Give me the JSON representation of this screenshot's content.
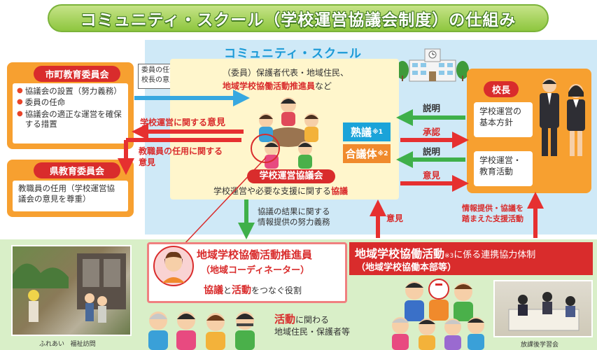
{
  "title": "コミュニティ・スクール（学校運営協議会制度）の仕組み",
  "community_school": {
    "label": "コミュニティ・スクール"
  },
  "city_board": {
    "title": "市町教育委員会",
    "items": [
      "協議会の設置（努力義務）",
      "委員の任命",
      "協議会の適正な運営を確保する措置"
    ]
  },
  "pref_board": {
    "title": "県教育委員会",
    "body": "教職員の任用（学校運営協議会の意見を尊重）"
  },
  "council": {
    "members_line1": "（委員）保護者代表・地域住民、",
    "members_line2": "地域学校協働活動推進員",
    "members_line2_suffix": "など",
    "name": "学校運営協議会",
    "role_prefix": "学校運営や必要な支援に関する",
    "role_bold": "協議",
    "jukugi": "熟議",
    "jukugi_note": "※1",
    "gogitai": "合議体",
    "gogitai_note": "※2"
  },
  "arrows": {
    "appointment_note_line1": "委員の任命に",
    "appointment_note_line2": "校長の意見を反映",
    "opinion_school_prefix": "学校運営に関する",
    "opinion_school_bold": "意見",
    "opinion_staff_line1": "教職員の任用に関する",
    "opinion_staff_line2": "意見",
    "explain1": "説明",
    "approve": "承認",
    "explain2": "説明",
    "opinion_principal": "意見",
    "result_line1": "協議の結果に関する",
    "result_line2": "情報提供の努力義務",
    "opinion_up": "意見",
    "support_line1": "情報提供・協議を",
    "support_line2": "踏まえた支援活動"
  },
  "principal": {
    "title": "校長",
    "box1_line1": "学校運営の",
    "box1_line2": "基本方針",
    "box2_line1": "学校運営・",
    "box2_line2": "教育活動"
  },
  "coordinator": {
    "title": "地域学校協働活動推進員",
    "subtitle": "（地域コーディネーター）",
    "role_bold1": "協議",
    "role_mid": "と",
    "role_bold2": "活動",
    "role_suffix": "をつなぐ役割"
  },
  "organization": {
    "title": "地域学校協働活動",
    "note": "※3",
    "suffix": "に係る連携協力体制",
    "subtitle": "（地域学校協働本部等）"
  },
  "residents": {
    "bold": "活動",
    "line1_suffix": "に関わる",
    "line2": "地域住民・保護者等"
  },
  "photos": {
    "left_caption1": "ふれあい",
    "left_caption2": "福祉訪問",
    "right_caption": "放課後学習会"
  },
  "colors": {
    "accent_red": "#d92c2c",
    "orange": "#f7a030",
    "green": "#8ec63f",
    "blue": "#1b9ad6",
    "jukugi_blue": "#1ba3d9",
    "gogitai_orange": "#f08a2c"
  }
}
